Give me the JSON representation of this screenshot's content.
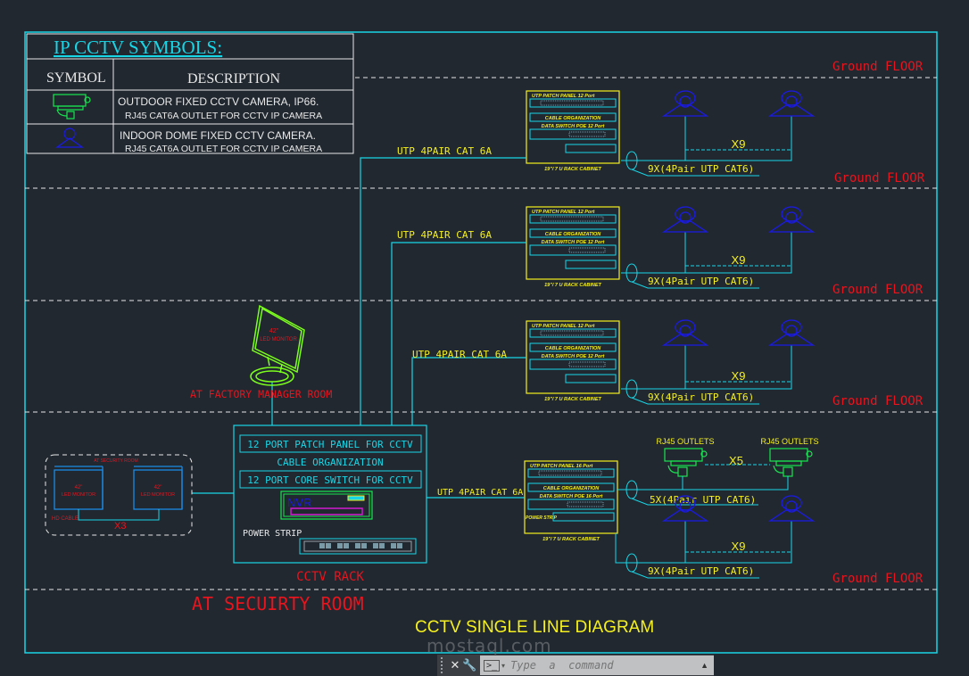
{
  "legend": {
    "title": "IP  CCTV  SYMBOLS:",
    "col_symbol": "SYMBOL",
    "col_description": "DESCRIPTION",
    "rows": [
      {
        "icon": "outdoor-fixed-camera-icon",
        "line1": "OUTDOOR  FIXED  CCTV  CAMERA,  IP66.",
        "line2": "RJ45  CAT6A  OUTLET  FOR  CCTV  IP  CAMERA"
      },
      {
        "icon": "indoor-dome-camera-icon",
        "line1": "INDOOR  DOME  FIXED  CCTV  CAMERA.",
        "line2": "RJ45  CAT6A  OUTLET  FOR  CCTV  IP  CAMERA"
      }
    ]
  },
  "floors": [
    {
      "label": "Ground  FLOOR"
    },
    {
      "label": "Ground  FLOOR"
    },
    {
      "label": "Ground  FLOOR"
    },
    {
      "label": "Ground  FLOOR"
    },
    {
      "label": "Ground  FLOOR"
    }
  ],
  "cabinets": [
    {
      "patch_panel": "UTP PATCH PANEL 12 Port",
      "cable_org": "CABLE ORGANIZATION",
      "switch": "DATA SWITCH POE 12 Port",
      "power_strip": "",
      "caption": "19\"/ 7 U RACK CABINET",
      "uplink": "UTP  4PAIR  CAT  6A",
      "run_label": "9X(4Pair  UTP  CAT6)",
      "multiplier": "X9",
      "device": "dome"
    },
    {
      "patch_panel": "UTP PATCH PANEL 12 Port",
      "cable_org": "CABLE ORGANIZATION",
      "switch": "DATA SWITCH POE 12 Port",
      "power_strip": "",
      "caption": "19\"/ 7 U RACK CABINET",
      "uplink": "UTP  4PAIR  CAT  6A",
      "run_label": "9X(4Pair  UTP  CAT6)",
      "multiplier": "X9",
      "device": "dome"
    },
    {
      "patch_panel": "UTP PATCH PANEL 12 Port",
      "cable_org": "CABLE ORGANIZATION",
      "switch": "DATA SWITCH POE 12 Port",
      "power_strip": "",
      "caption": "19\"/ 7 U RACK CABINET",
      "uplink": "UTP  4PAIR  CAT  6A",
      "run_label": "9X(4Pair  UTP  CAT6)",
      "multiplier": "X9",
      "device": "dome"
    },
    {
      "patch_panel": "UTP PATCH PANEL 16 Port",
      "cable_org": "CABLE ORGANIZATION",
      "switch": "DATA SWITCH POE 16 Port",
      "power_strip": "POWER STRIP",
      "caption": "19\"/ 7 U RACK CABINET",
      "uplink": "UTP  4PAIR  CAT  6A",
      "outdoor_run": {
        "outlet_label": "RJ45 OUTLETS",
        "multiplier": "X5",
        "run_label": "5X(4Pair  UTP  CAT6)"
      },
      "run_label": "9X(4Pair  UTP  CAT6)",
      "multiplier": "X9",
      "device": "dome"
    }
  ],
  "manager_monitor": {
    "size": "42\"",
    "type": "LED MONITOR",
    "location": "AT FACTORY MANAGER ROOM"
  },
  "security_room": {
    "title": "AT SECURITY ROOM",
    "monitors": [
      {
        "size": "42\"",
        "type": "LED MONITOR"
      },
      {
        "size": "42\"",
        "type": "LED MONITOR"
      }
    ],
    "cable": "HD CABLE",
    "multiplier": "X3"
  },
  "cctv_rack": {
    "patch_panel": "12  PORT  PATCH  PANEL  FOR  CCTV",
    "cable_org": "CABLE  ORGANIZATION",
    "core_switch": "12  PORT  CORE  SWITCH  FOR  CCTV",
    "nvr": "NVR",
    "power_strip": "POWER  STRIP",
    "caption": "CCTV  RACK"
  },
  "room_label": "AT  SECUIRTY  ROOM",
  "drawing_title": "CCTV SINGLE LINE DIAGRAM",
  "watermark": "mostaql.com",
  "command_line": {
    "placeholder": "Type  a  command",
    "close": "✕",
    "settings": "🔧",
    "prompt": ">_",
    "caret": "▾",
    "expand": "▲"
  },
  "colors": {
    "background": "#212830",
    "cyan": "#19d6e6",
    "yellow": "#f5f01e",
    "red": "#e8141e",
    "blue": "#1a1ae6",
    "green": "#19e650",
    "white": "#e8e8e8",
    "lime": "#7cff1e",
    "magenta": "#d01ad0"
  }
}
